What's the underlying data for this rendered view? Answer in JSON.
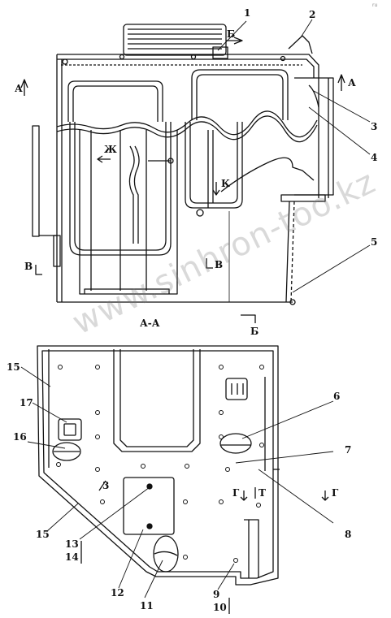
{
  "watermark": "www.sinhron-too.kz",
  "corner_mark": "ru",
  "section_title": "А-А",
  "callouts": {
    "n1": "1",
    "n2": "2",
    "n3": "3",
    "n4": "4",
    "n5": "5",
    "n6": "6",
    "n7": "7",
    "n8": "8",
    "n9": "9",
    "n10": "10",
    "n11": "11",
    "n12": "12",
    "n13": "13",
    "n14": "14",
    "n15a": "15",
    "n15b": "15",
    "n16": "16",
    "n17": "17",
    "n3b": "3"
  },
  "section_marks": {
    "a_left": "А",
    "a_right": "А",
    "b_top": "Б",
    "b_bottom": "Б",
    "v_left": "В",
    "v_mid": "В",
    "zh": "Ж",
    "k": "К",
    "g_mid": "Г",
    "t": "Т",
    "g_right": "Г"
  },
  "colors": {
    "ink": "#111111",
    "watermark": "#8a8a8a"
  }
}
